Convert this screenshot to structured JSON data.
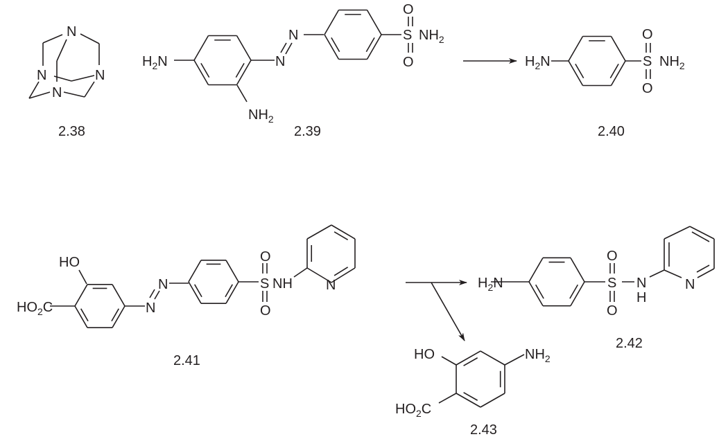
{
  "colors": {
    "ink": "#231f20",
    "background": "#ffffff"
  },
  "compounds": {
    "c238": {
      "label": "2.38",
      "atom_n": "N"
    },
    "c239": {
      "label": "2.39",
      "nh2_left": [
        "H",
        "2",
        "N"
      ],
      "nh2_bottom": [
        "NH",
        "2"
      ],
      "azo_n": "N",
      "s": "S",
      "o": "O",
      "so2nh2": [
        "NH",
        "2"
      ]
    },
    "c240": {
      "label": "2.40",
      "h2n": [
        "H",
        "2",
        "N"
      ],
      "s": "S",
      "o": "O",
      "nh2": [
        "NH",
        "2"
      ]
    },
    "c241": {
      "label": "2.41",
      "ho": "HO",
      "ho2c": [
        "HO",
        "2",
        "C"
      ],
      "azo_n": "N",
      "s": "S",
      "o": "O",
      "nh": "NH",
      "pyr_n": "N"
    },
    "c242": {
      "label": "2.42",
      "h2n": [
        "H",
        "2",
        "N"
      ],
      "s": "S",
      "o": "O",
      "n": "N",
      "h": "H",
      "pyr_n": "N"
    },
    "c243": {
      "label": "2.43",
      "ho": "HO",
      "nh2": [
        "NH",
        "2"
      ],
      "ho2c": [
        "HO",
        "2",
        "C"
      ]
    }
  }
}
